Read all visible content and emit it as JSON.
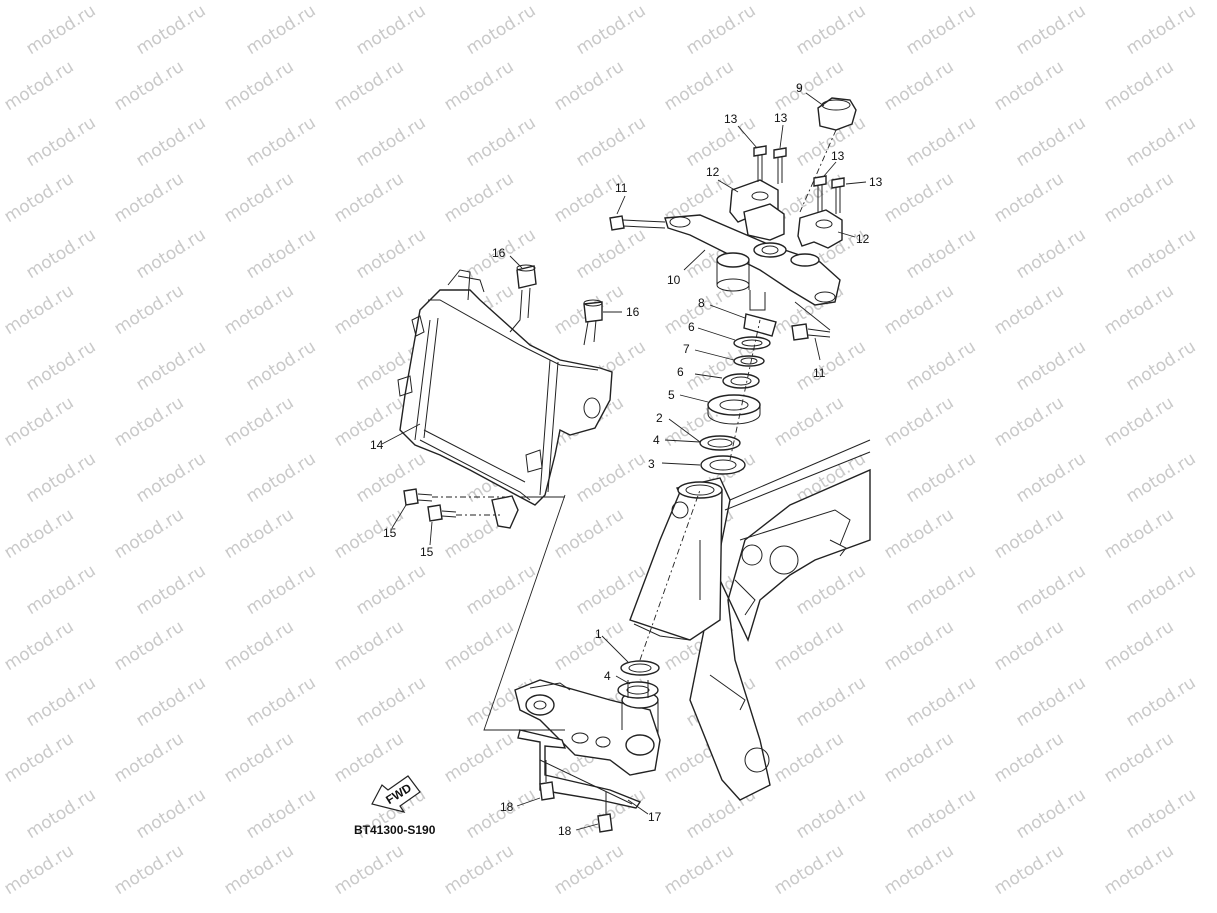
{
  "watermark": "motod.ru",
  "diagram_code": "BT41300-S190",
  "fwd_label": "FWD",
  "callouts": [
    {
      "id": "c1",
      "label": "1"
    },
    {
      "id": "c2",
      "label": "2"
    },
    {
      "id": "c3",
      "label": "3"
    },
    {
      "id": "c4a",
      "label": "4"
    },
    {
      "id": "c4b",
      "label": "4"
    },
    {
      "id": "c5",
      "label": "5"
    },
    {
      "id": "c6a",
      "label": "6"
    },
    {
      "id": "c6b",
      "label": "6"
    },
    {
      "id": "c7",
      "label": "7"
    },
    {
      "id": "c8",
      "label": "8"
    },
    {
      "id": "c9",
      "label": "9"
    },
    {
      "id": "c10",
      "label": "10"
    },
    {
      "id": "c11a",
      "label": "11"
    },
    {
      "id": "c11b",
      "label": "11"
    },
    {
      "id": "c12a",
      "label": "12"
    },
    {
      "id": "c12b",
      "label": "12"
    },
    {
      "id": "c13a",
      "label": "13"
    },
    {
      "id": "c13b",
      "label": "13"
    },
    {
      "id": "c13c",
      "label": "13"
    },
    {
      "id": "c13d",
      "label": "13"
    },
    {
      "id": "c14",
      "label": "14"
    },
    {
      "id": "c15a",
      "label": "15"
    },
    {
      "id": "c15b",
      "label": "15"
    },
    {
      "id": "c16a",
      "label": "16"
    },
    {
      "id": "c16b",
      "label": "16"
    },
    {
      "id": "c17",
      "label": "17"
    },
    {
      "id": "c18a",
      "label": "18"
    },
    {
      "id": "c18b",
      "label": "18"
    }
  ]
}
